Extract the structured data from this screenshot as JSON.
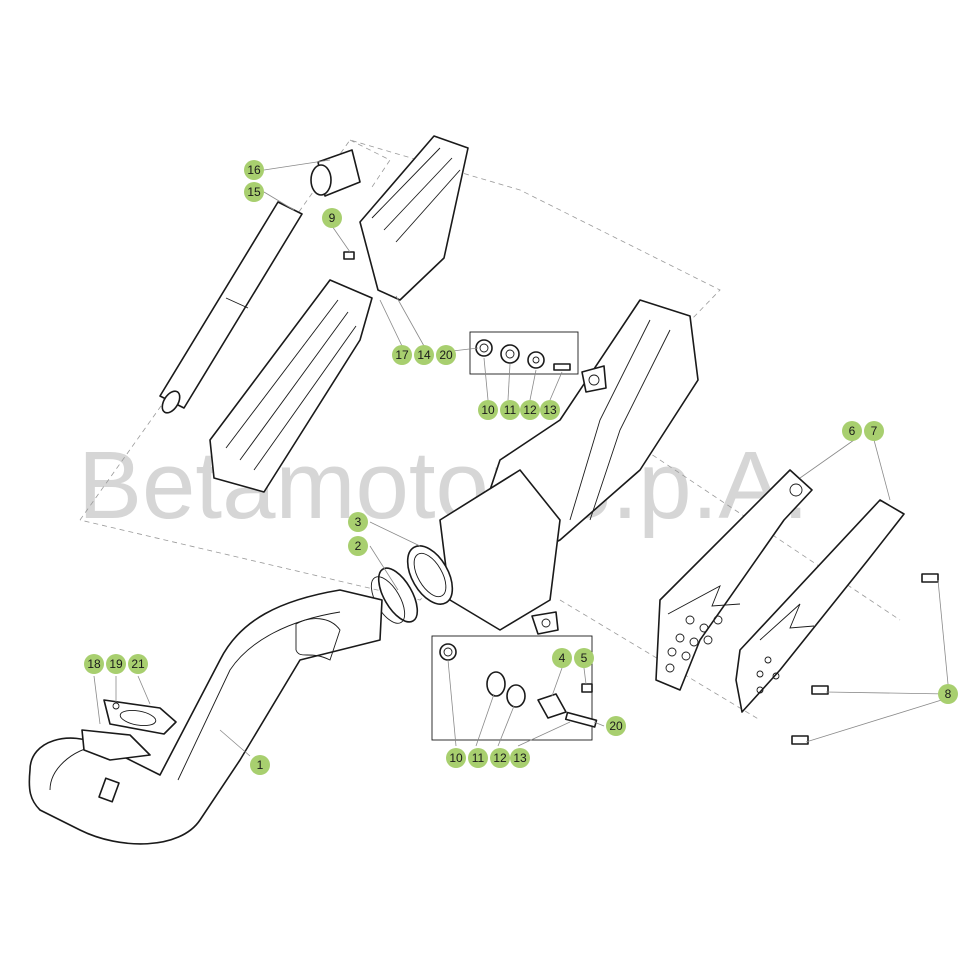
{
  "watermark": "Betamotor S.p.A.",
  "badge_color": "#a8cf6f",
  "labels": {
    "p1": "1",
    "p2": "2",
    "p3": "3",
    "p4": "4",
    "p5": "5",
    "p6": "6",
    "p7": "7",
    "p8": "8",
    "p9": "9",
    "p10a": "10",
    "p11a": "11",
    "p12a": "12",
    "p13a": "13",
    "p10b": "10",
    "p11b": "11",
    "p12b": "12",
    "p13b": "13",
    "p14": "14",
    "p15": "15",
    "p16": "16",
    "p17": "17",
    "p18": "18",
    "p19": "19",
    "p20a": "20",
    "p20b": "20",
    "p21": "21"
  }
}
